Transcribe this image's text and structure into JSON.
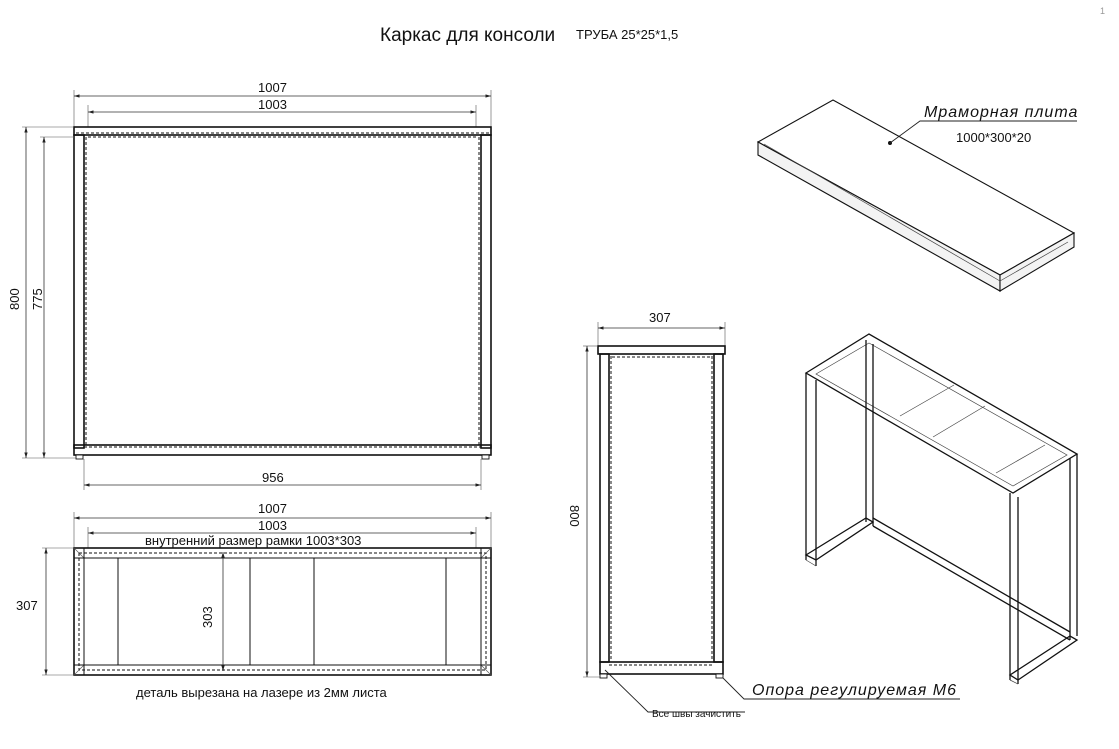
{
  "title": "Каркас для консоли",
  "subtitle": "ТРУБА 25*25*1,5",
  "page_number": "1",
  "front_view": {
    "dim_outer_width": "1007",
    "dim_inner_width": "1003",
    "dim_total_height": "800",
    "dim_frame_height": "775",
    "dim_bottom_width": "956"
  },
  "plan_view": {
    "dim_outer_width": "1007",
    "dim_inner_width": "1003",
    "inner_size_note": "внутренний размер рамки 1003*303",
    "dim_depth": "307",
    "dim_inner_depth": "303",
    "laser_note": "деталь вырезана на лазере из 2мм листа"
  },
  "side_view": {
    "dim_width": "307",
    "dim_height": "800",
    "weld_note": "Все швы зачистить",
    "support_label": "Опора регулируемая М6"
  },
  "marble": {
    "label": "Мраморная плита",
    "size": "1000*300*20"
  }
}
